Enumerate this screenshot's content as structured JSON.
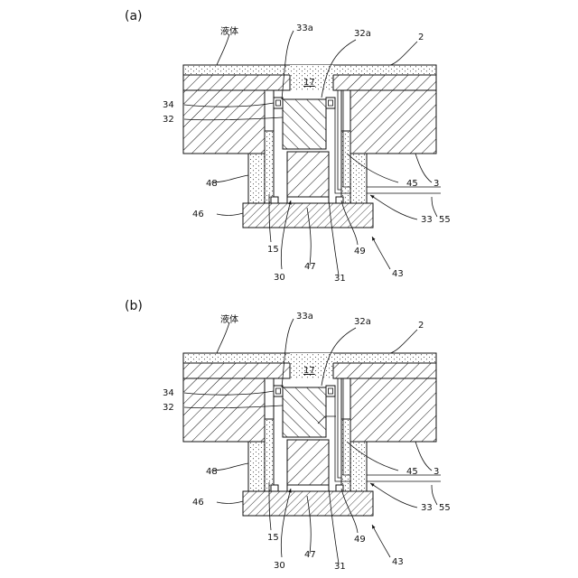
{
  "panels": [
    {
      "id": "a",
      "label": "(a)",
      "labels": {
        "liquid": "液体",
        "p33a": "33a",
        "p32a": "32a",
        "p2": "2",
        "p17": "17",
        "p34": "34",
        "p32": "32",
        "p48": "48",
        "p46": "46",
        "p45": "45",
        "p3": "3",
        "p33": "33",
        "p55": "55",
        "p15": "15",
        "p49": "49",
        "p30": "30",
        "p47": "47",
        "p31": "31",
        "p43": "43"
      }
    },
    {
      "id": "b",
      "label": "(b)",
      "labels": {
        "liquid": "液体",
        "p33a": "33a",
        "p32a": "32a",
        "p2": "2",
        "p17": "17",
        "p34": "34",
        "p32": "32",
        "p48": "48",
        "p46": "46",
        "p45": "45",
        "p3": "3",
        "p33": "33",
        "p55": "55",
        "p15": "15",
        "p49": "49",
        "p30": "30",
        "p47": "47",
        "p31": "31",
        "p43": "43"
      }
    }
  ]
}
